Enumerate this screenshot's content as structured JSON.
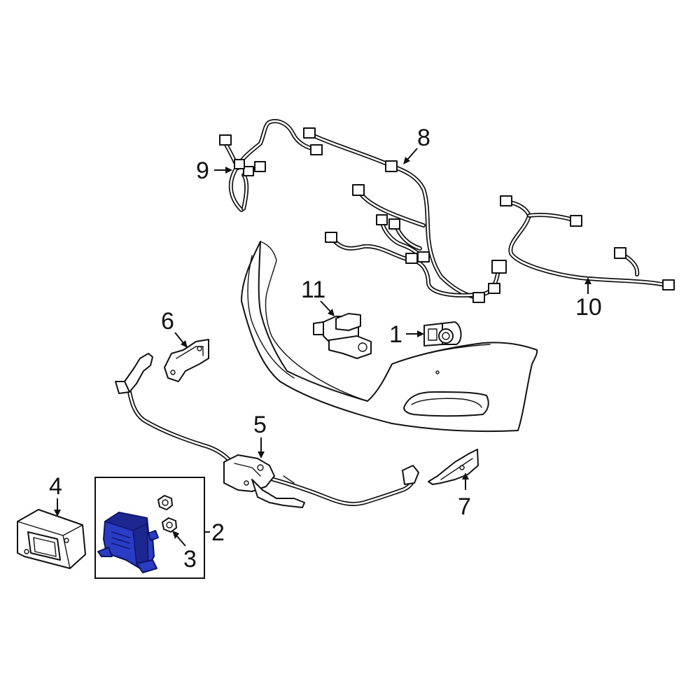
{
  "diagram": {
    "highlight_color": "#2b3cc4",
    "callouts": {
      "c1": "1",
      "c2": "2",
      "c3": "3",
      "c4": "4",
      "c5": "5",
      "c6": "6",
      "c7": "7",
      "c8": "8",
      "c9": "9",
      "c10": "10",
      "c11": "11"
    },
    "parts": [
      {
        "callout": "1",
        "icon": "parking-sensor-icon"
      },
      {
        "callout": "2",
        "icon": "control-module-highlighted-icon"
      },
      {
        "callout": "3",
        "icon": "nut-icon"
      },
      {
        "callout": "4",
        "icon": "radar-sensor-icon"
      },
      {
        "callout": "5",
        "icon": "reinforcement-beam-icon"
      },
      {
        "callout": "6",
        "icon": "bracket-icon"
      },
      {
        "callout": "7",
        "icon": "bracket-icon"
      },
      {
        "callout": "8",
        "icon": "wiring-harness-icon"
      },
      {
        "callout": "9",
        "icon": "wiring-harness-icon"
      },
      {
        "callout": "10",
        "icon": "wiring-harness-icon"
      },
      {
        "callout": "11",
        "icon": "camera-icon"
      }
    ]
  }
}
